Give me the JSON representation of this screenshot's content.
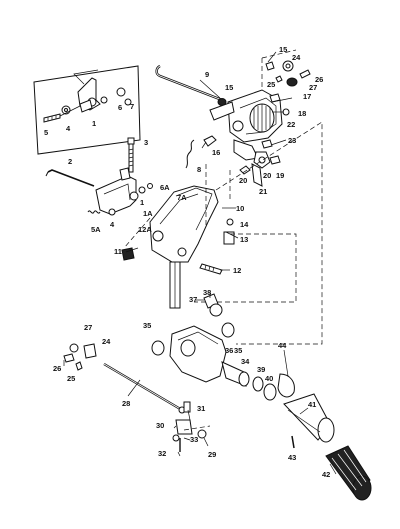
{
  "callouts": [
    {
      "id": "c9",
      "text": "9"
    },
    {
      "id": "c15a",
      "text": "15"
    },
    {
      "id": "c15b",
      "text": "15"
    },
    {
      "id": "c24a",
      "text": "24"
    },
    {
      "id": "c25a",
      "text": "25"
    },
    {
      "id": "c26a",
      "text": "26"
    },
    {
      "id": "c27a",
      "text": "27"
    },
    {
      "id": "c17",
      "text": "17"
    },
    {
      "id": "c18",
      "text": "18"
    },
    {
      "id": "c22",
      "text": "22"
    },
    {
      "id": "c23",
      "text": "23"
    },
    {
      "id": "c16",
      "text": "16"
    },
    {
      "id": "c19",
      "text": "19"
    },
    {
      "id": "c20a",
      "text": "20"
    },
    {
      "id": "c20b",
      "text": "20"
    },
    {
      "id": "c21",
      "text": "21"
    },
    {
      "id": "c3",
      "text": "3"
    },
    {
      "id": "c1a",
      "text": "1"
    },
    {
      "id": "c5a",
      "text": "5"
    },
    {
      "id": "c4a",
      "text": "4"
    },
    {
      "id": "c6a",
      "text": "6"
    },
    {
      "id": "c7a",
      "text": "7"
    },
    {
      "id": "c2",
      "text": "2"
    },
    {
      "id": "c8",
      "text": "8"
    },
    {
      "id": "c6A",
      "text": "6A"
    },
    {
      "id": "c7A",
      "text": "7A"
    },
    {
      "id": "c1b",
      "text": "1"
    },
    {
      "id": "c1A",
      "text": "1A"
    },
    {
      "id": "c12A",
      "text": "12A"
    },
    {
      "id": "c5A",
      "text": "5A"
    },
    {
      "id": "c4b",
      "text": "4"
    },
    {
      "id": "c10",
      "text": "10"
    },
    {
      "id": "c14",
      "text": "14"
    },
    {
      "id": "c13",
      "text": "13"
    },
    {
      "id": "c11",
      "text": "11"
    },
    {
      "id": "c12",
      "text": "12"
    },
    {
      "id": "c38",
      "text": "38"
    },
    {
      "id": "c37",
      "text": "37"
    },
    {
      "id": "c35a",
      "text": "35"
    },
    {
      "id": "c35b",
      "text": "35"
    },
    {
      "id": "c36",
      "text": "36"
    },
    {
      "id": "c34",
      "text": "34"
    },
    {
      "id": "c39",
      "text": "39"
    },
    {
      "id": "c40",
      "text": "40"
    },
    {
      "id": "c44",
      "text": "44"
    },
    {
      "id": "c41",
      "text": "41"
    },
    {
      "id": "c27b",
      "text": "27"
    },
    {
      "id": "c24b",
      "text": "24"
    },
    {
      "id": "c26b",
      "text": "26"
    },
    {
      "id": "c25b",
      "text": "25"
    },
    {
      "id": "c28",
      "text": "28"
    },
    {
      "id": "c31",
      "text": "31"
    },
    {
      "id": "c30",
      "text": "30"
    },
    {
      "id": "c33",
      "text": "33"
    },
    {
      "id": "c32",
      "text": "32"
    },
    {
      "id": "c29",
      "text": "29"
    },
    {
      "id": "c43",
      "text": "43"
    },
    {
      "id": "c42",
      "text": "42"
    }
  ]
}
